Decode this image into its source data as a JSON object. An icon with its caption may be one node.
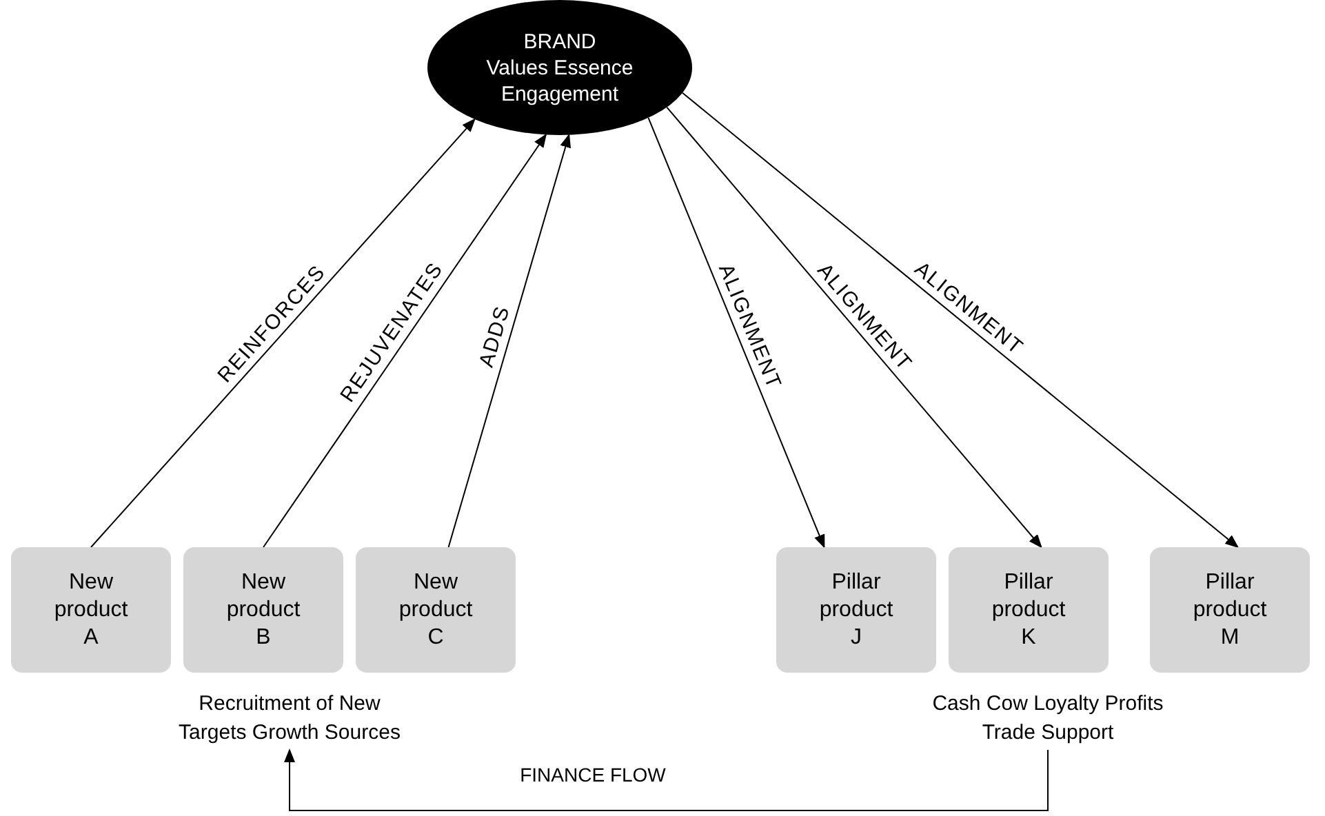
{
  "diagram": {
    "nodes": [
      {
        "text": [
          "BRAND",
          "Values Essence Engagement"
        ]
      },
      {
        "text": [
          "New product A"
        ]
      },
      {
        "text": [
          "New product B"
        ]
      },
      {
        "text": [
          "New product C"
        ]
      },
      {
        "text": [
          "Pillar product J"
        ]
      },
      {
        "text": [
          "Pillar product K"
        ]
      },
      {
        "text": [
          "Pillar product M"
        ]
      },
      {
        "text": [
          "Recruitment of New Targets Growth Sources"
        ]
      },
      {
        "text": [
          "Cash Cow Loyalty Profits Trade Support"
        ]
      }
    ],
    "edges": [
      {
        "from": 1,
        "to": 0,
        "arrow": "to",
        "label": "REINFORCES"
      },
      {
        "from": 2,
        "to": 0,
        "arrow": "to",
        "label": "REJUVENATES"
      },
      {
        "from": 3,
        "to": 0,
        "arrow": "to",
        "label": "ADDS"
      },
      {
        "from": 0,
        "to": 4,
        "arrow": "to",
        "label": "ALIGNMENT"
      },
      {
        "from": 0,
        "to": 5,
        "arrow": "to",
        "label": "ALIGNMENT"
      },
      {
        "from": 0,
        "to": 6,
        "arrow": "to",
        "label": "ALIGNMENT"
      },
      {
        "from": 8,
        "to": 7,
        "arrow": "to",
        "label": "FINANCE FLOW"
      }
    ]
  }
}
